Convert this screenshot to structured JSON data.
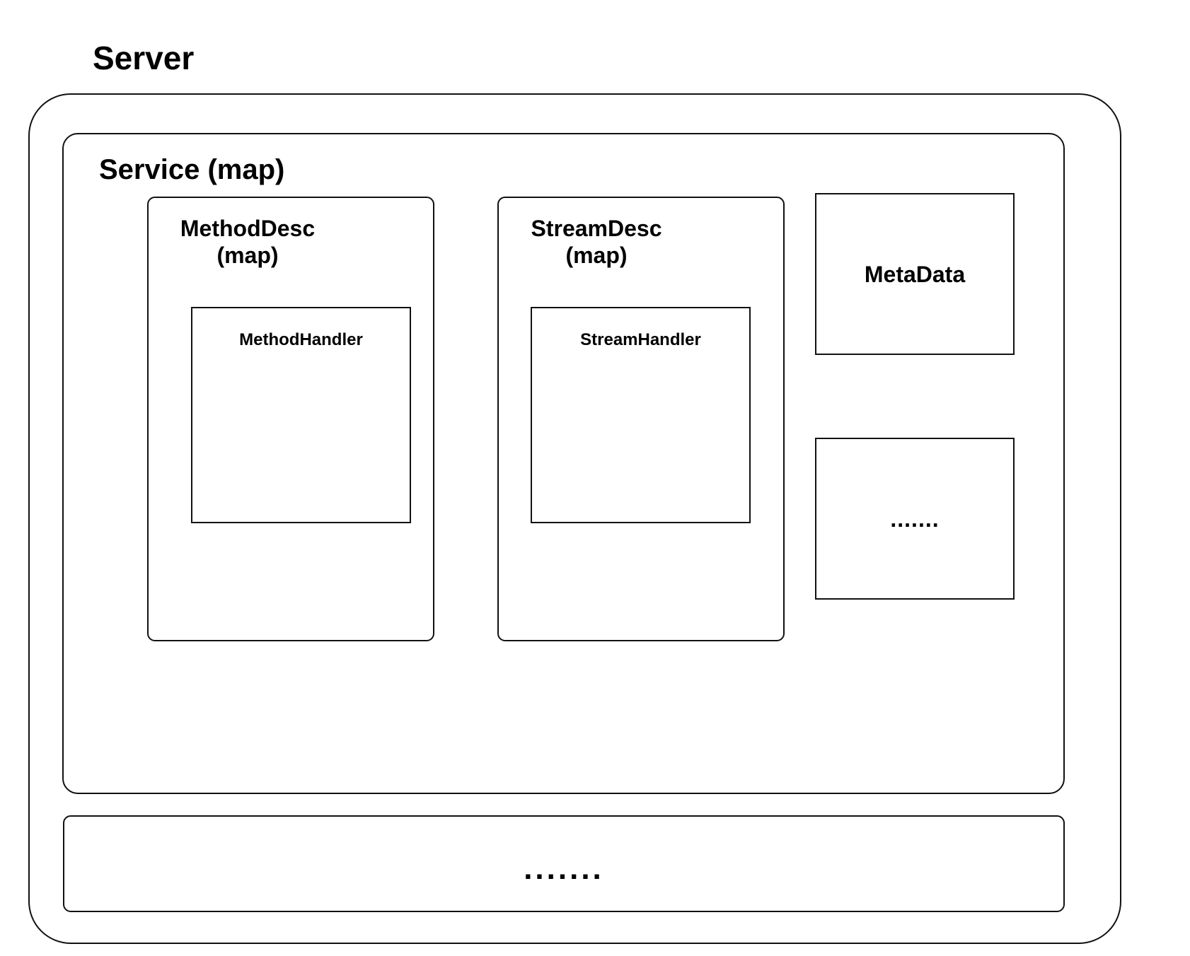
{
  "server": {
    "title": "Server"
  },
  "service": {
    "title": "Service (map)",
    "method_desc": {
      "title_line1": "MethodDesc",
      "title_line2": "(map)",
      "handler_label": "MethodHandler"
    },
    "stream_desc": {
      "title_line1": "StreamDesc",
      "title_line2": "(map)",
      "handler_label": "StreamHandler"
    },
    "metadata_label": "MetaData",
    "more_label": "......."
  },
  "bottom": {
    "more_label": "......."
  }
}
